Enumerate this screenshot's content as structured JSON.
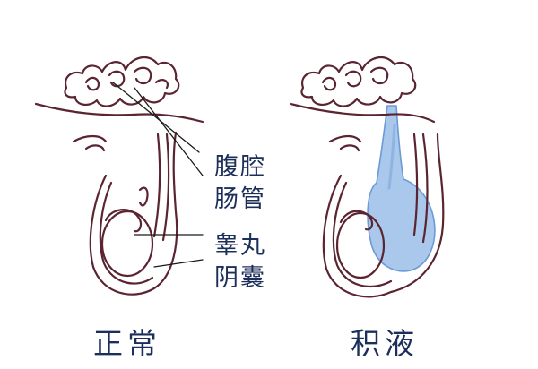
{
  "labels": {
    "abdomen": "腹腔",
    "intestine": "肠管",
    "testis": "睾丸",
    "scrotum": "阴囊"
  },
  "captions": {
    "normal": "正常",
    "hydrocele": "积液"
  },
  "colors": {
    "outline": "#5a2430",
    "text": "#1c2f5a",
    "fluid": "#a9c8ec",
    "fluid_edge": "#6c9ad6"
  }
}
